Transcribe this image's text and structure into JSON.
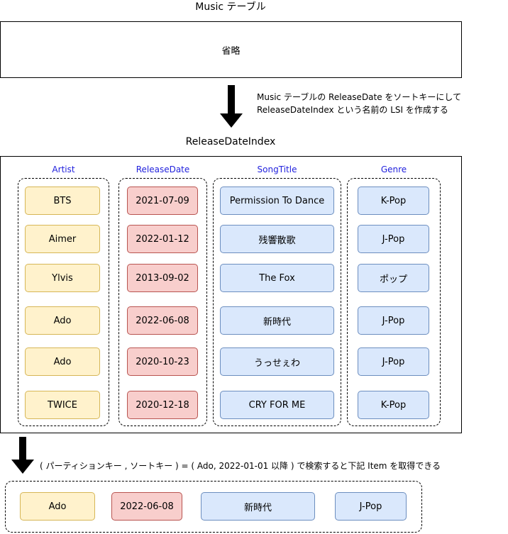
{
  "music_table": {
    "title": "Music テーブル",
    "body": "省略"
  },
  "arrow1_note": {
    "line1": "Music テーブルの ReleaseDate をソートキーにして",
    "line2": "ReleaseDateIndex という名前の LSI を作成する"
  },
  "index": {
    "title": "ReleaseDateIndex",
    "columns": [
      {
        "header": "Artist",
        "values": [
          "BTS",
          "Aimer",
          "Ylvis",
          "Ado",
          "Ado",
          "TWICE"
        ]
      },
      {
        "header": "ReleaseDate",
        "values": [
          "2021-07-09",
          "2022-01-12",
          "2013-09-02",
          "2022-06-08",
          "2020-10-23",
          "2020-12-18"
        ]
      },
      {
        "header": "SongTitle",
        "values": [
          "Permission To Dance",
          "残響散歌",
          "The Fox",
          "新時代",
          "うっせぇわ",
          "CRY FOR ME"
        ]
      },
      {
        "header": "Genre",
        "values": [
          "K-Pop",
          "J-Pop",
          "ポップ",
          "J-Pop",
          "J-Pop",
          "K-Pop"
        ]
      }
    ]
  },
  "query_note": "( パーティションキー , ソートキー ) = ( Ado, 2022-01-01 以降 ) で検索すると下記 Item を取得できる",
  "result": [
    "Ado",
    "2022-06-08",
    "新時代",
    "J-Pop"
  ],
  "colors": {
    "yellow": "#fff2cc",
    "red": "#f8cecc",
    "blue": "#dae8fc",
    "header_text": "#2222dd"
  }
}
